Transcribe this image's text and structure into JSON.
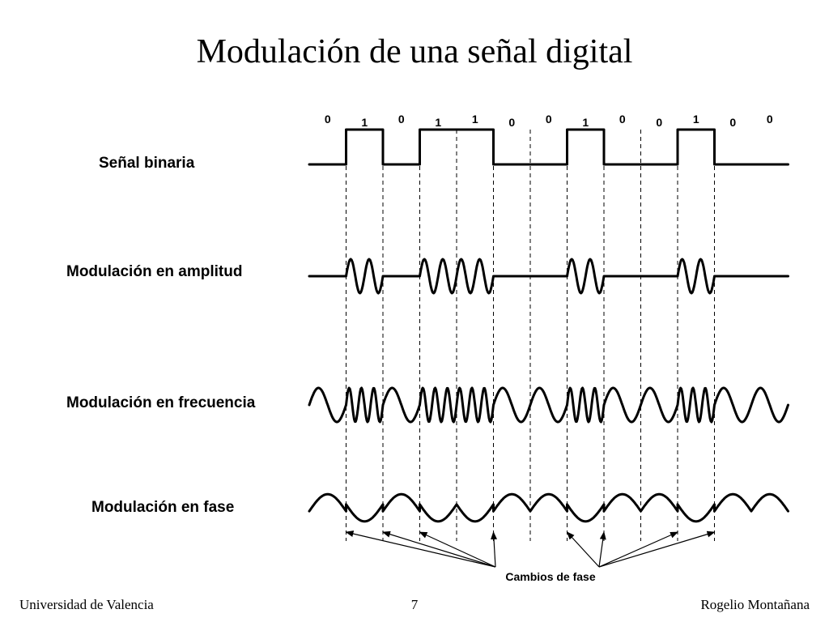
{
  "title": "Modulación de una señal digital",
  "bits": [
    "0",
    "1",
    "0",
    "1",
    "1",
    "0",
    "0",
    "1",
    "0",
    "0",
    "1",
    "0",
    "0"
  ],
  "rows": {
    "binary": "Señal binaria",
    "am": "Modulación en amplitud",
    "fm": "Modulación en frecuencia",
    "pm": "Modulación en fase"
  },
  "annotation": "Cambios de fase",
  "footer": {
    "left": "Universidad de Valencia",
    "center": "7",
    "right": "Rogelio Montañana"
  },
  "colors": {
    "ink": "#000000",
    "background": "#ffffff"
  }
}
